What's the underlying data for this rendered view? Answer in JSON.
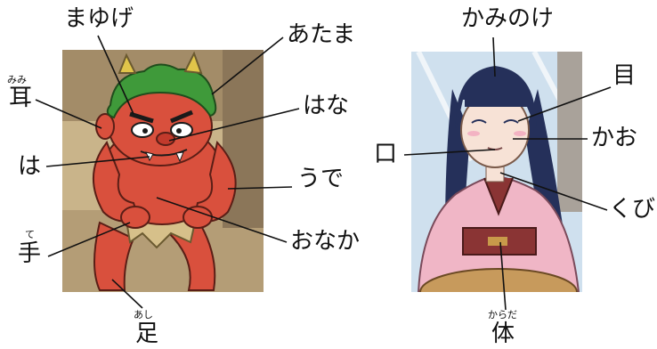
{
  "oni_labels": {
    "mayuge": "まゆげ",
    "atama": "あたま",
    "mimi_ruby": "みみ",
    "mimi": "耳",
    "hana": "はな",
    "ha": "は",
    "ude": "うで",
    "te_ruby": "て",
    "te": "手",
    "onaka": "おなか",
    "ashi_ruby": "あし",
    "ashi": "足"
  },
  "girl_labels": {
    "kaminoke": "かみのけ",
    "me": "目",
    "kao": "かお",
    "kuchi": "口",
    "kubi": "くび",
    "karada_ruby": "からだ",
    "karada": "体"
  },
  "colors": {
    "oni_skin": "#d9503d",
    "oni_hair": "#3f9a3a",
    "oni_bg": "#c9b48a",
    "girl_hair": "#25305a",
    "kimono": "#f0b6c6",
    "obi": "#8a3434",
    "sky": "#cfe0ee"
  }
}
